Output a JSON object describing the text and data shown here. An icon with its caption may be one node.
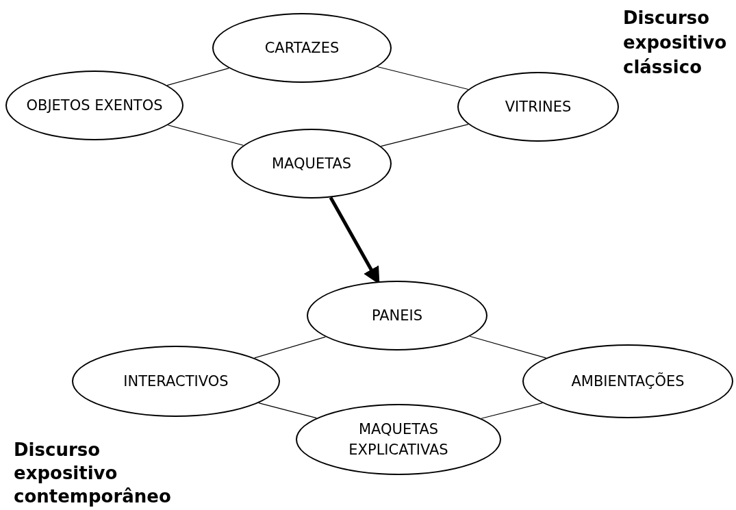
{
  "diagram": {
    "nodes": [
      {
        "text": [
          "CARTAZES"
        ]
      },
      {
        "text": [
          "OBJETOS EXENTOS"
        ]
      },
      {
        "text": [
          "VITRINES"
        ]
      },
      {
        "text": [
          "MAQUETAS"
        ]
      },
      {
        "text": [
          "PANEIS"
        ]
      },
      {
        "text": [
          "INTERACTIVOS"
        ]
      },
      {
        "text": [
          "AMBIENTAÇÕES"
        ]
      },
      {
        "text": [
          "MAQUETAS EXPLICATIVAS"
        ]
      }
    ],
    "edges": [
      {
        "from": 1,
        "to": 0,
        "arrow": "none"
      },
      {
        "from": 0,
        "to": 2,
        "arrow": "none"
      },
      {
        "from": 1,
        "to": 3,
        "arrow": "none"
      },
      {
        "from": 3,
        "to": 2,
        "arrow": "none"
      },
      {
        "from": 3,
        "to": 4,
        "arrow": "to",
        "style": "thick"
      },
      {
        "from": 5,
        "to": 4,
        "arrow": "none"
      },
      {
        "from": 4,
        "to": 6,
        "arrow": "none"
      },
      {
        "from": 5,
        "to": 7,
        "arrow": "none"
      },
      {
        "from": 7,
        "to": 6,
        "arrow": "none"
      }
    ],
    "labels": [
      "Discurso expositivo clássico",
      "Discurso expositivo contemporâneo"
    ]
  }
}
